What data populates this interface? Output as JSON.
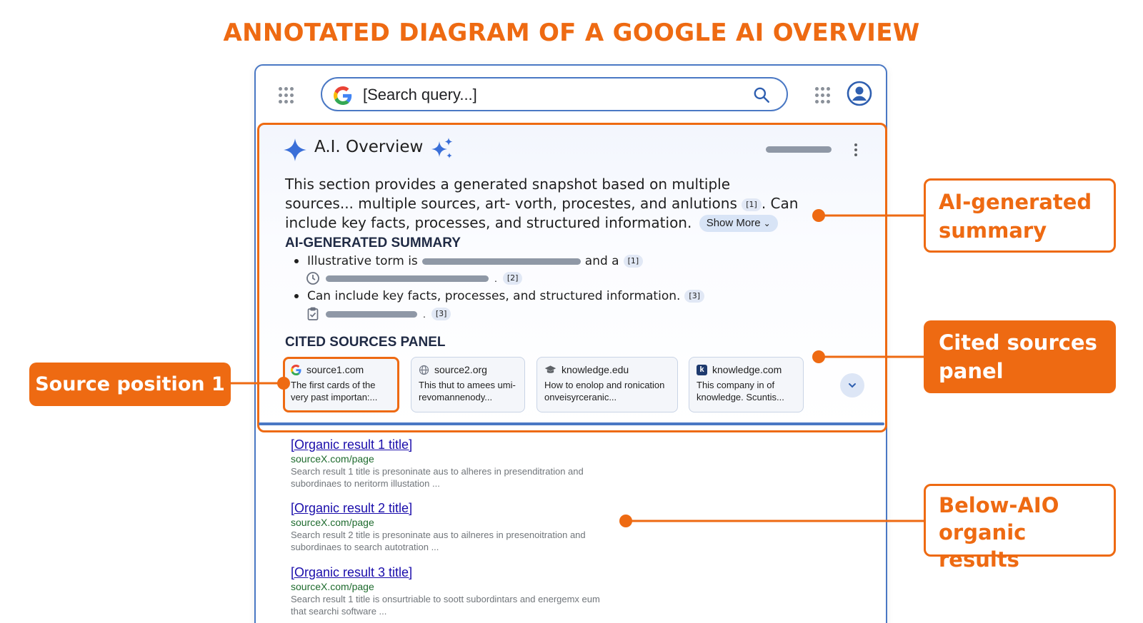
{
  "title": "ANNOTATED DIAGRAM OF A GOOGLE AI OVERVIEW",
  "search": {
    "query": "[Search query...]"
  },
  "aio": {
    "title": "A.I. Overview",
    "summary_text": "This section provides a generated snapshot based on multiple sources... multiple sources, art- vorth, procestes, and anlutions",
    "summary_cite": "[1]",
    "summary_text_2": ". Can include key facts, processes, and structured information.",
    "show_more": "Show More",
    "summary_heading": "AI-GENERATED SUMMARY",
    "bullets": [
      {
        "lead": "Illustrative torm is",
        "mid": "and a",
        "cite": "[1]",
        "sub_cite": "[2]",
        "sub_icon": "clock-icon"
      },
      {
        "lead": "Can include key facts, processes, and structured information.",
        "cite": "[3]",
        "sub_cite": "[3]",
        "sub_icon": "clipboard-check-icon"
      }
    ],
    "cited_heading": "CITED SOURCES PANEL",
    "sources": [
      {
        "domain": "source1.com",
        "icon": "google-g-icon",
        "snippet": "The first cards of the very past importan:..."
      },
      {
        "domain": "source2.org",
        "icon": "globe-icon",
        "snippet": "This thut to amees umi-revomannenody..."
      },
      {
        "domain": "knowledge.edu",
        "icon": "graduation-cap-icon",
        "snippet": "How to enolop and ronication onveisyrceranic..."
      },
      {
        "domain": "knowledge.com",
        "icon": "k-icon",
        "icon_letter": "k",
        "snippet": "This company in of knowledge. Scuntis..."
      }
    ]
  },
  "organic_results": [
    {
      "title": "[Organic result 1 title]",
      "url": "sourceX.com/page",
      "snippet": "Search result 1 title is presoninate aus to alheres in presenditration and subordinaes to neritorm illustation ..."
    },
    {
      "title": "[Organic result 2 title]",
      "url": "sourceX.com/page",
      "snippet": "Search result 2 title is presoninate aus to ailneres in presenoitration and subordinaes to search autotration ..."
    },
    {
      "title": "[Organic result 3 title]",
      "url": "sourceX.com/page",
      "snippet": "Search result 1 title is onsurtriable to soott subordintars and energemx eum that searchi software ..."
    }
  ],
  "callouts": {
    "summary": [
      "AI-generated",
      "summary"
    ],
    "cited": [
      "Cited sources",
      "panel"
    ],
    "organic": [
      "Below-AIO",
      "organic results"
    ],
    "source": "Source position 1"
  },
  "colors": {
    "accent": "#ee6a12",
    "frame": "#4a78c4",
    "link": "#1a0dab",
    "url": "#1e6b2e"
  }
}
